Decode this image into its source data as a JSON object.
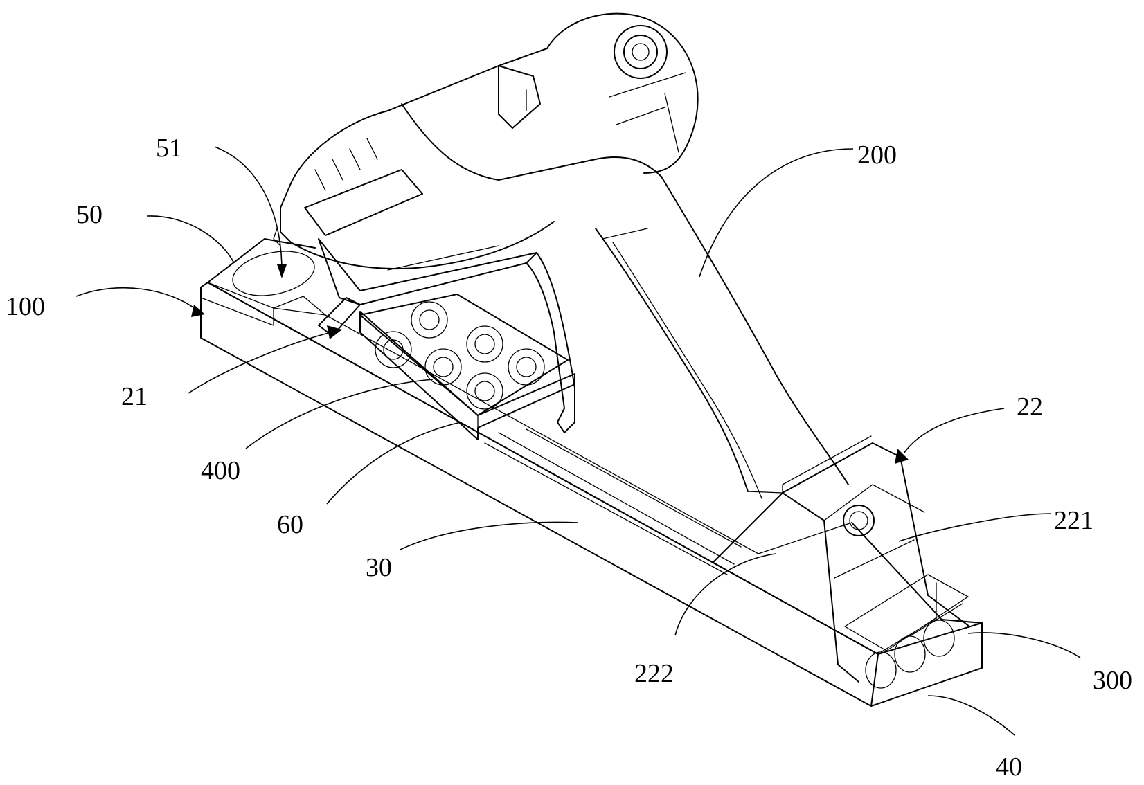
{
  "labels": {
    "l51": "51",
    "l50": "50",
    "l100": "100",
    "l21": "21",
    "l400": "400",
    "l60": "60",
    "l30": "30",
    "l200": "200",
    "l22": "22",
    "l221": "221",
    "l222": "222",
    "l300": "300",
    "l40": "40"
  }
}
